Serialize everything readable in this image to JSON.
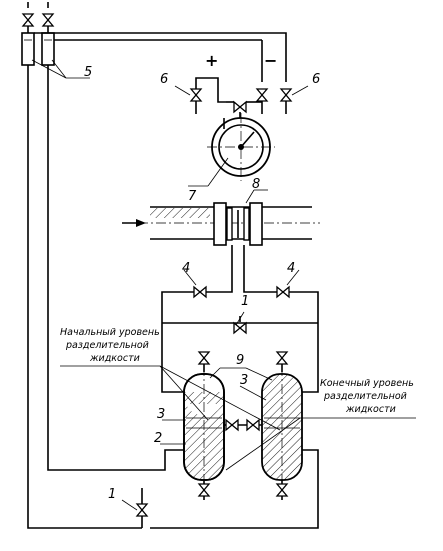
{
  "labels": {
    "n1_top": "1",
    "n1_bottom": "1",
    "n2": "2",
    "n3_left": "3",
    "n3_right": "3",
    "n4_left": "4",
    "n4_right": "4",
    "n5": "5",
    "n6_left": "6",
    "n6_right": "6",
    "n7": "7",
    "n8": "8",
    "n9": "9"
  },
  "signs": {
    "plus": "+",
    "minus": "−"
  },
  "notes": {
    "initial_level": [
      "Начальный уровень",
      "разделительной",
      "жидкости"
    ],
    "final_level": [
      "Конечный уровень",
      "разделительной",
      "жидкости"
    ]
  }
}
